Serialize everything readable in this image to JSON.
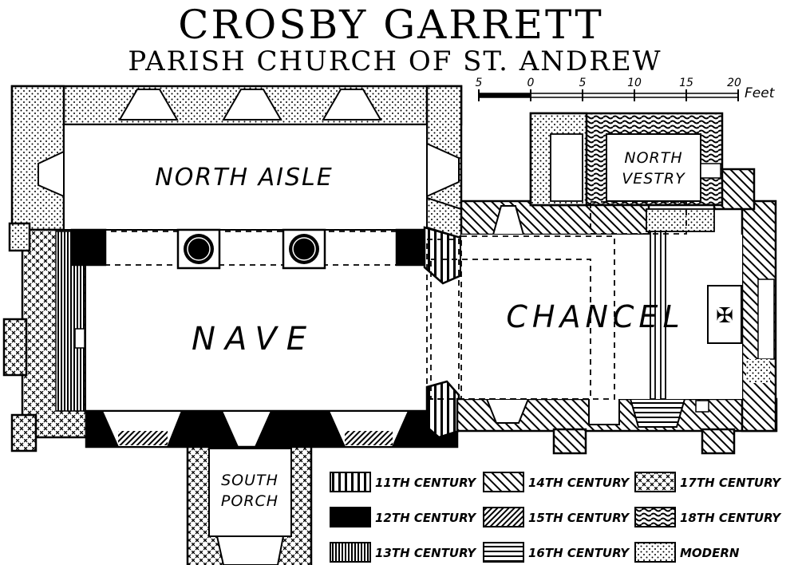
{
  "title": "CROSBY GARRETT",
  "subtitle": "PARISH CHURCH OF ST. ANDREW",
  "scale": {
    "ticks": [
      "5",
      "0",
      "5",
      "10",
      "15",
      "20"
    ],
    "unit": "Feet"
  },
  "rooms": {
    "north_aisle": "NORTH AISLE",
    "nave": "NAVE",
    "chancel": "CHANCEL",
    "north_vestry_line1": "NORTH",
    "north_vestry_line2": "VESTRY",
    "south_porch_line1": "SOUTH",
    "south_porch_line2": "PORCH"
  },
  "legend": [
    {
      "label": "11TH CENTURY",
      "pattern": "pat-11"
    },
    {
      "label": "12TH CENTURY",
      "pattern": "pat-12"
    },
    {
      "label": "13TH CENTURY",
      "pattern": "pat-13"
    },
    {
      "label": "14TH CENTURY",
      "pattern": "pat-14"
    },
    {
      "label": "15TH CENTURY",
      "pattern": "pat-15"
    },
    {
      "label": "16TH CENTURY",
      "pattern": "pat-16"
    },
    {
      "label": "17TH CENTURY",
      "pattern": "pat-17"
    },
    {
      "label": "18TH CENTURY",
      "pattern": "pat-18"
    },
    {
      "label": "MODERN",
      "pattern": "pat-mod"
    }
  ],
  "altar_symbol": "✠"
}
